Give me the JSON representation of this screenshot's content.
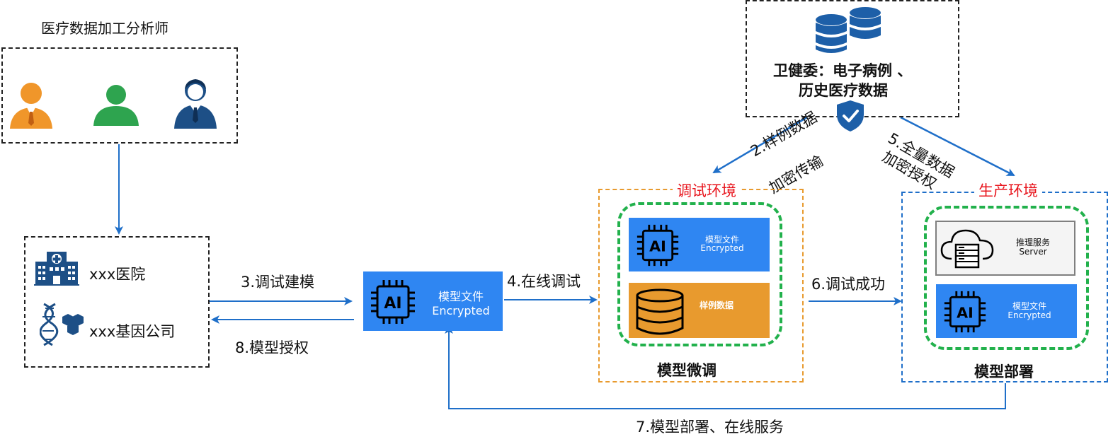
{
  "analyst": {
    "title": "医疗数据加工分析师"
  },
  "orgs": {
    "hospital": "xxx医院",
    "gene_company": "xxx基因公司"
  },
  "source": {
    "line1": "卫健委：电子病例 、",
    "line2": "历史医疗数据"
  },
  "model_file": {
    "label_cn": "模型文件",
    "label_en": "Encrypted"
  },
  "debug_env": {
    "title": "调试环境",
    "file_cn": "模型文件",
    "file_en": "Encrypted",
    "sample_data": "样例数据",
    "caption": "模型微调"
  },
  "prod_env": {
    "title": "生产环境",
    "service_cn": "推理服务",
    "service_en": "Server",
    "file_cn": "模型文件",
    "file_en": "Encrypted",
    "caption": "模型部署"
  },
  "steps": {
    "s2_line1": "2.样例数据",
    "s2_line2": "加密传输",
    "s3": "3.调试建模",
    "s4": "4.在线调试",
    "s5_line1": "5.全量数据",
    "s5_line2": "加密授权",
    "s6": "6.调试成功",
    "s7": "7.模型部署、在线服务",
    "s8": "8.模型授权"
  },
  "colors": {
    "accent_blue": "#2f86f2",
    "arrow_blue": "#1f6fc9",
    "red_title": "#e8141c",
    "green_dash": "#22b14c",
    "orange": "#e89a2e",
    "person_orange": "#f0962a",
    "person_green": "#2ea44f",
    "person_navy": "#1d4f86"
  }
}
